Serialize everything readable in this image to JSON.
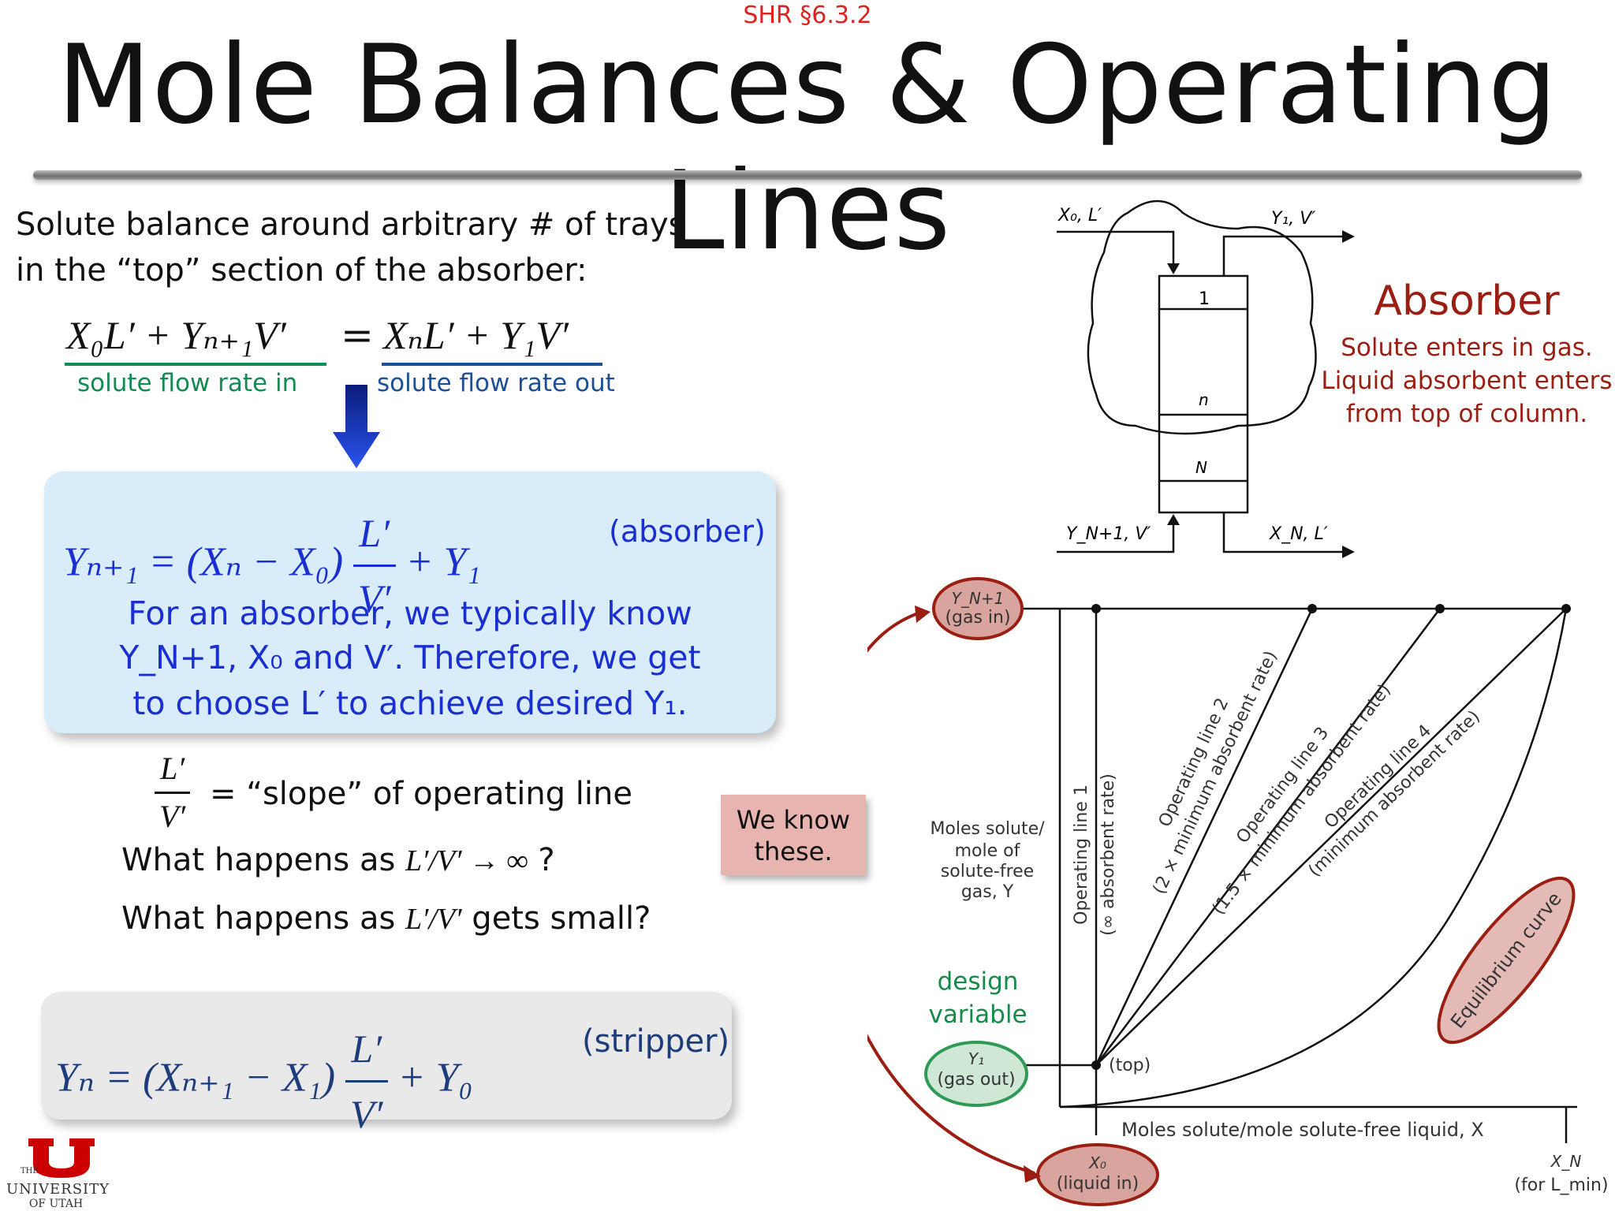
{
  "header": {
    "reference": "SHR §6.3.2",
    "title": "Mole Balances & Operating Lines"
  },
  "intro": {
    "line1": "Solute balance around arbitrary # of trays",
    "line2": "in the “top” section of the absorber:"
  },
  "balance": {
    "lhs": "X₀L′ + Yₙ₊₁V′",
    "equals": "=",
    "rhs": "XₙL′ + Y₁V′",
    "caption_in": "solute flow rate in",
    "caption_out": "solute flow rate out"
  },
  "absorber_box": {
    "lhs": "Yₙ₊₁ = (Xₙ − X₀)",
    "frac_num": "L′",
    "frac_den": "V′",
    "tail": "+ Y₁",
    "tag": "(absorber)",
    "text1": "For an absorber, we typically know",
    "text2": "Y_N+1, X₀ and V′. Therefore, we get",
    "text3": "to choose L′ to achieve desired Y₁."
  },
  "slope": {
    "frac_num": "L′",
    "frac_den": "V′",
    "label": "= “slope” of operating line",
    "q1_a": "What happens as",
    "q1_expr": "L′/V′ → ∞",
    "q1_b": "?",
    "q2_a": "What happens as",
    "q2_expr": "L′/V′",
    "q2_b": "gets small?"
  },
  "stripper_box": {
    "lhs": "Yₙ = (Xₙ₊₁ − X₁)",
    "frac_num": "L′",
    "frac_den": "V′",
    "tail": "+ Y₀",
    "tag": "(stripper)"
  },
  "callout": {
    "we_know": "We know these.",
    "design_variable": "design variable"
  },
  "absorber_note": {
    "title": "Absorber",
    "desc1": "Solute enters in gas.",
    "desc2": "Liquid absorbent enters",
    "desc3": "from top of column."
  },
  "column": {
    "top_in": "X₀, L′",
    "top_out": "Y₁, V′",
    "bottom_in": "Y_N+1, V′",
    "bottom_out": "X_N, L′",
    "tray_1": "1",
    "tray_n": "n",
    "tray_N": "N"
  },
  "plot": {
    "y_axis_label_1": "Moles solute/",
    "y_axis_label_2": "mole of",
    "y_axis_label_3": "solute-free",
    "y_axis_label_4": "gas, Y",
    "x_axis_label": "Moles solute/mole solute-free liquid, X",
    "ytop_label_1": "Y_N+1",
    "ytop_label_2": "(gas in)",
    "y1_label_1": "Y₁",
    "y1_label_2": "(gas out)",
    "x0_label_1": "X₀",
    "x0_label_2": "(liquid in)",
    "xn_label_1": "X_N",
    "xn_label_2": "(for L_min)",
    "top_label": "(top)",
    "op1_a": "Operating line 1",
    "op1_b": "(∞ absorbent rate)",
    "op2_a": "Operating line 2",
    "op2_b": "(2 × minimum absorbent rate)",
    "op3_a": "Operating line 3",
    "op3_b": "(1.5 × minimum absorbent rate)",
    "op4_a": "Operating line 4",
    "op4_b": "(minimum absorbent rate)",
    "equilibrium": "Equilibrium curve"
  },
  "logo": {
    "line1": "THE",
    "line2": "UNIVERSITY",
    "line3": "OF UTAH"
  },
  "colors": {
    "reference_red": "#dd2222",
    "balance_green": "#138a53",
    "balance_blue": "#1d4f96",
    "box_blue": "#d9ecf9",
    "text_blue": "#1a2fd0",
    "absorber_red": "#9a1e12",
    "callout_pink": "#e7b4b0",
    "ellipse_red": "#c77a74",
    "ellipse_green": "#2e9a55",
    "arrow_red": "#9a1e12",
    "utah_red": "#cc0000"
  }
}
